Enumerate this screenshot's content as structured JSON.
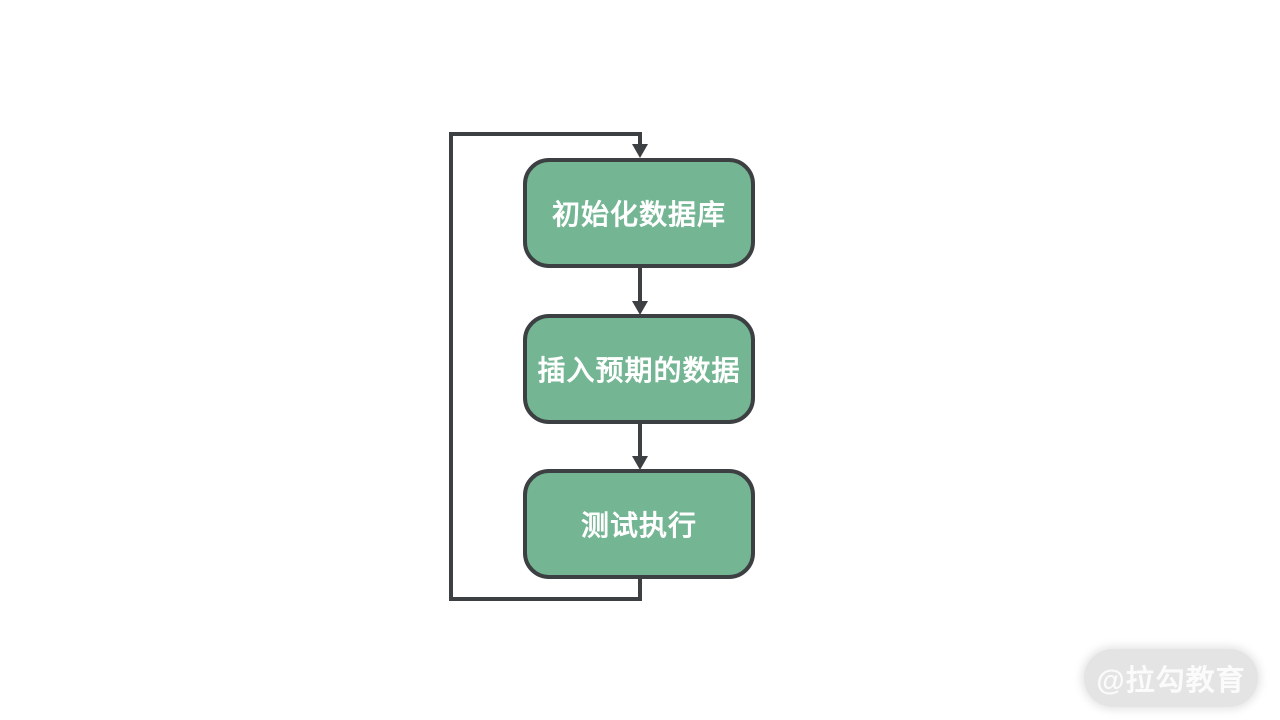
{
  "diagram": {
    "type": "flowchart",
    "nodes": [
      {
        "id": "init-db",
        "label": "初始化数据库"
      },
      {
        "id": "insert-data",
        "label": "插入预期的数据"
      },
      {
        "id": "run-test",
        "label": "测试执行"
      }
    ],
    "edges": [
      {
        "from": "init-db",
        "to": "insert-data",
        "style": "arrow-down"
      },
      {
        "from": "insert-data",
        "to": "run-test",
        "style": "arrow-down"
      },
      {
        "from": "run-test",
        "to": "init-db",
        "style": "loop-back-left"
      }
    ],
    "colors": {
      "node_fill": "#74b593",
      "node_border": "#3c4043",
      "connector": "#3c4043",
      "node_text": "#ffffff",
      "background": "#ffffff"
    }
  },
  "watermark": {
    "text": "@拉勾教育",
    "bg": "#e4e4e4",
    "text_color": "#fbfbfb"
  }
}
